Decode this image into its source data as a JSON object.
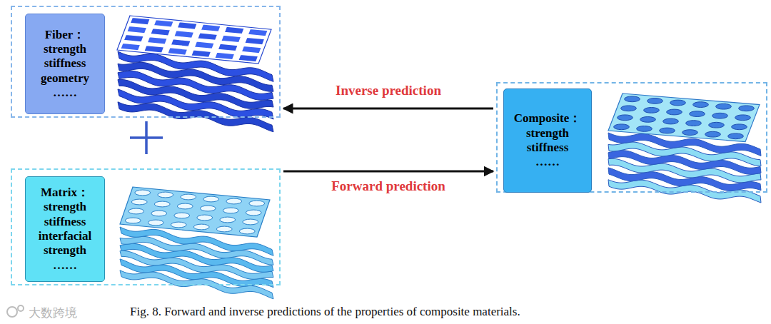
{
  "diagram": {
    "caption": "Fig. 8. Forward and inverse predictions of the properties of composite materials.",
    "nodes": [
      {
        "text": []
      },
      {
        "text": [
          "Fiber：",
          "strength",
          "stiffness",
          "geometry",
          "……"
        ],
        "in": 0
      },
      {
        "text": []
      },
      {
        "text": [
          "Composite：",
          "strength",
          "stiffness",
          "……"
        ],
        "in": 2
      },
      {
        "text": []
      },
      {
        "text": [
          "Matrix：",
          "strength",
          "stiffness",
          "interfacial strength",
          "……"
        ],
        "in": 4
      }
    ],
    "edges": [
      {
        "from": 2,
        "to": 0,
        "arrow": "to",
        "label": "Inverse prediction"
      },
      {
        "from": 4,
        "to": 2,
        "arrow": "to",
        "label": "Forward prediction"
      }
    ],
    "labels": [
      "大数跨境"
    ]
  }
}
